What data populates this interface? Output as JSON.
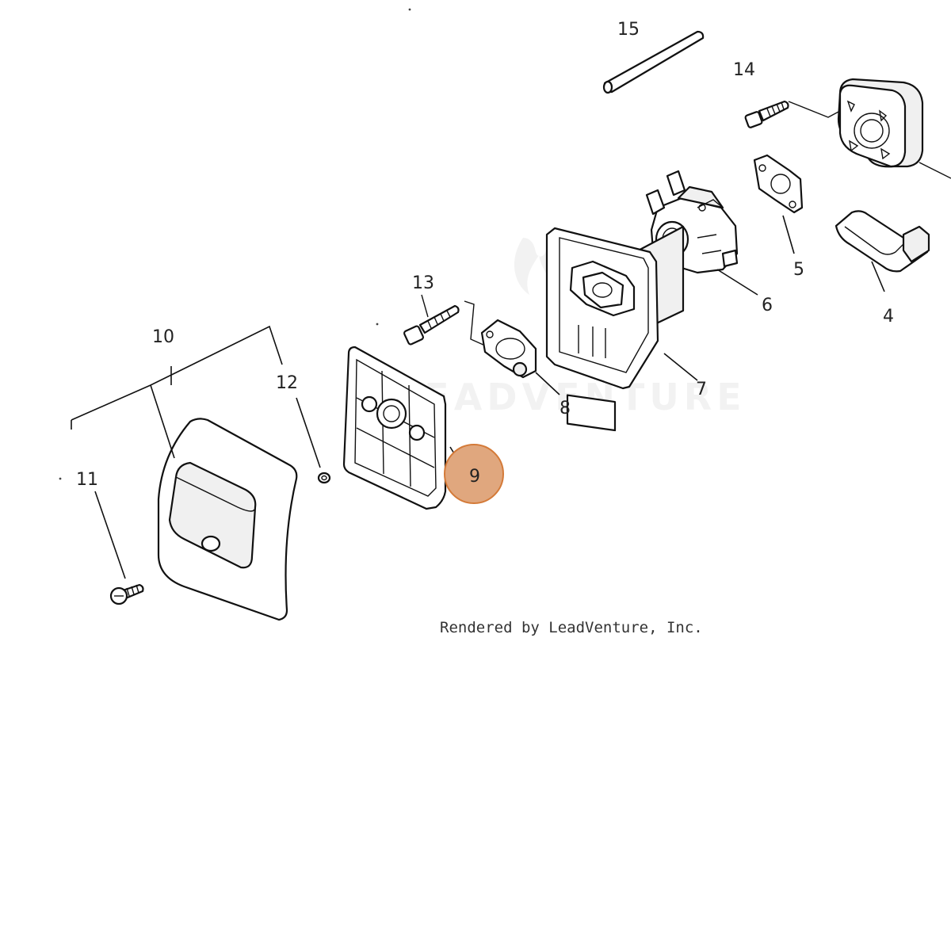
{
  "diagram": {
    "watermark": "LEADVENTURE",
    "credit": "Rendered by LeadVenture, Inc.",
    "highlight_color": "#E0A77E",
    "callouts": [
      {
        "id": "1",
        "label": "15"
      },
      {
        "id": "2",
        "label": "14"
      },
      {
        "id": "3",
        "label": "13"
      },
      {
        "id": "4",
        "label": "10"
      },
      {
        "id": "5",
        "label": "12"
      },
      {
        "id": "6",
        "label": "11"
      },
      {
        "id": "7",
        "label": "9"
      },
      {
        "id": "8",
        "label": "8"
      },
      {
        "id": "9",
        "label": "7"
      },
      {
        "id": "10",
        "label": "6"
      },
      {
        "id": "11",
        "label": "5"
      },
      {
        "id": "12",
        "label": "4"
      }
    ],
    "highlighted_part": "9"
  }
}
